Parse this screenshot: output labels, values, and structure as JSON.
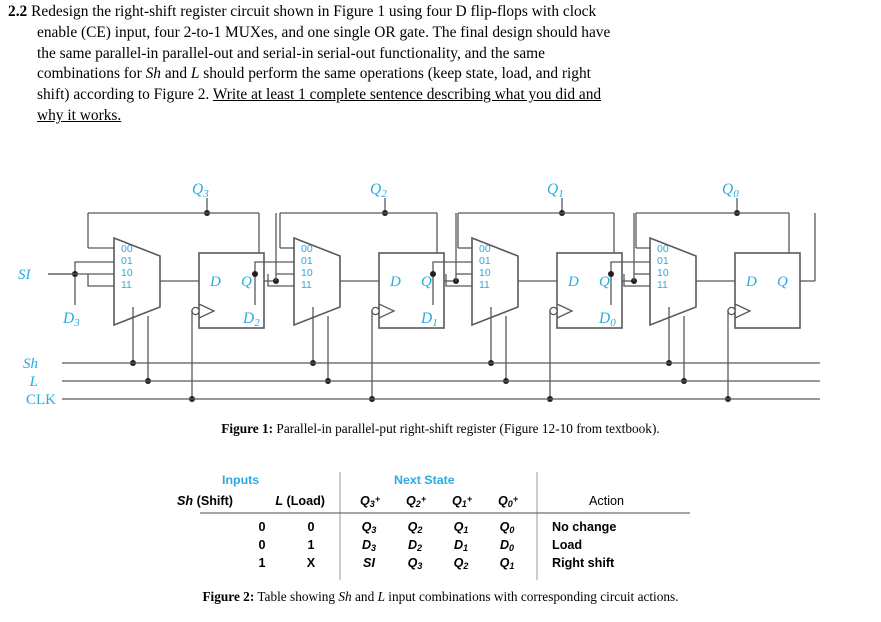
{
  "question": {
    "number": "2.2",
    "line1_a": "Redesign the right-shift register circuit shown in Figure 1 using four D flip-flops with clock",
    "line2_a": "enable (CE) input, four 2-to-1 MUXes, and one single OR gate. The final design should have",
    "line3_a": "the same parallel-in parallel-out and serial-in serial-out functionality, and the same",
    "line4_a": "combinations for ",
    "line4_i1": "Sh",
    "line4_b": " and ",
    "line4_i2": "L",
    "line4_c": " should perform the same operations (keep state, load, and right",
    "line5_a": "shift) according to Figure 2. ",
    "line5_underlined": "Write at least 1 complete sentence describing what you did and",
    "line6_underlined": "why it works."
  },
  "figure1": {
    "caption_bold": "Figure 1:",
    "caption_rest": " Parallel-in parallel-put right-shift register (Figure 12-10 from textbook).",
    "mux_select_labels": [
      "00",
      "01",
      "10",
      "11"
    ],
    "ff_d_label": "D",
    "ff_q_label": "Q",
    "outputs": [
      "Q3",
      "Q2",
      "Q1",
      "Q0"
    ],
    "output_sub": [
      "3",
      "2",
      "1",
      "0"
    ],
    "data_inputs": [
      "D3",
      "D2",
      "D1",
      "D0"
    ],
    "data_sub": [
      "3",
      "2",
      "1",
      "0"
    ],
    "serial_in_label": "SI",
    "control_lines": [
      "Sh",
      "L",
      "CLK"
    ],
    "wire_color": "#58595B",
    "label_color": "#29ABE2"
  },
  "figure2": {
    "caption_bold": "Figure 2:",
    "caption_rest_a": " Table showing ",
    "caption_it1": "Sh",
    "caption_rest_b": " and ",
    "caption_it2": "L",
    "caption_rest_c": " input combinations with corresponding circuit actions.",
    "group_headers": [
      "Inputs",
      "Next State"
    ],
    "column_headers": [
      {
        "main": "Sh",
        "paren": " (Shift)"
      },
      {
        "main": "L",
        "paren": " (Load)"
      },
      {
        "main": "Q",
        "sub": "3",
        "sup": "+"
      },
      {
        "main": "Q",
        "sub": "2",
        "sup": "+"
      },
      {
        "main": "Q",
        "sub": "1",
        "sup": "+"
      },
      {
        "main": "Q",
        "sub": "0",
        "sup": "+"
      },
      {
        "main": "Action"
      }
    ],
    "rows": [
      {
        "sh": "0",
        "l": "0",
        "q3": "Q",
        "q3s": "3",
        "q2": "Q",
        "q2s": "2",
        "q1": "Q",
        "q1s": "1",
        "q0": "Q",
        "q0s": "0",
        "action": "No change"
      },
      {
        "sh": "0",
        "l": "1",
        "q3": "D",
        "q3s": "3",
        "q2": "D",
        "q2s": "2",
        "q1": "D",
        "q1s": "1",
        "q0": "D",
        "q0s": "0",
        "action": "Load"
      },
      {
        "sh": "1",
        "l": "X",
        "q3": "SI",
        "q3s": "",
        "q2": "Q",
        "q2s": "3",
        "q1": "Q",
        "q1s": "2",
        "q0": "Q",
        "q0s": "1",
        "action": "Right shift"
      }
    ],
    "header_color": "#29ABE2",
    "rule_color": "#58595B"
  }
}
